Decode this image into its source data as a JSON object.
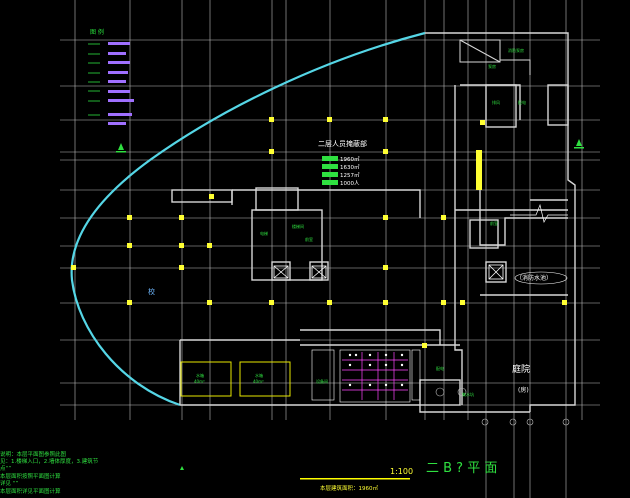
{
  "title_block": {
    "floor_label": "二层人员掩蔽部",
    "areas": [
      "1960㎡",
      "1630㎡",
      "1257㎡",
      "1000人"
    ],
    "plan_title": "二 B ? 平 面",
    "scale": "1:100",
    "footer_area": "本层建筑面积：1960㎡"
  },
  "legend": {
    "title": "图 例"
  },
  "labels": {
    "right_room": "（消防水池）",
    "left_school": "校",
    "yard": "庭院",
    "yard_sub": "(房)"
  },
  "notes": [
    "说明：本层平面图参照此图",
    "见：1.楼梯入口，2.墙体厚度，3.建筑节",
    "点“”",
    "本层面积按照平面图计算",
    "详见 “”",
    "本层面积详见平面图计算"
  ],
  "colors": {
    "grid": "#c8c8c8",
    "wall": "#d7d7d7",
    "axis_mark": "#ffff33",
    "cyan_boundary": "#55d6e6",
    "text_white": "#ffffff",
    "text_green": "#2fe040",
    "magenta": "#ff44ff",
    "legend_bar": "#a070ff",
    "yellow_line": "#ffff00"
  }
}
